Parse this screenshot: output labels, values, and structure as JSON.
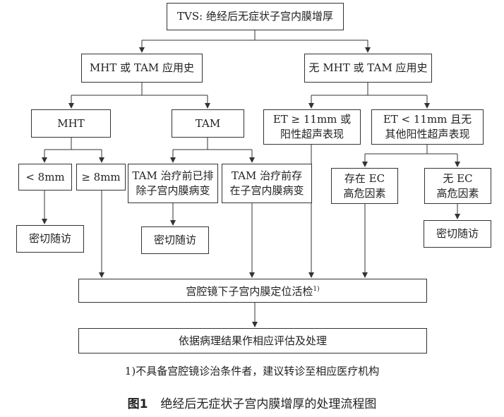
{
  "nodes": {
    "root": "TVS: 绝经后无症状子宫内膜增厚",
    "with_hrt": "MHT 或 TAM 应用史",
    "without_hrt": "无 MHT 或 TAM 应用史",
    "mht": "MHT",
    "tam": "TAM",
    "lt8": "< 8mm",
    "ge8": "≥ 8mm",
    "tam_excluded_1": "TAM 治疗前已排",
    "tam_excluded_2": "除子宫内膜病变",
    "tam_existing_1": "TAM 治疗前存",
    "tam_existing_2": "在子宫内膜病变",
    "et_ge11_1": "ET ≥ 11mm 或",
    "et_ge11_2": "阳性超声表现",
    "et_lt11_1": "ET < 11mm 且无",
    "et_lt11_2": "其他阳性超声表现",
    "ec_risk_1": "存在 EC",
    "ec_risk_2": "高危因素",
    "no_ec_risk_1": "无 EC",
    "no_ec_risk_2": "高危因素",
    "followup_a": "密切随访",
    "followup_b": "密切随访",
    "followup_c": "密切随访",
    "biopsy": "宫腔镜下子宫内膜定位活检",
    "biopsy_note": "1)",
    "result": "依据病理结果作相应评估及处理"
  },
  "footnote": "1)不具备宫腔镜诊治条件者，建议转诊至相应医疗机构",
  "caption": {
    "number": "图1",
    "title": "绝经后无症状子宫内膜增厚的处理流程图"
  }
}
